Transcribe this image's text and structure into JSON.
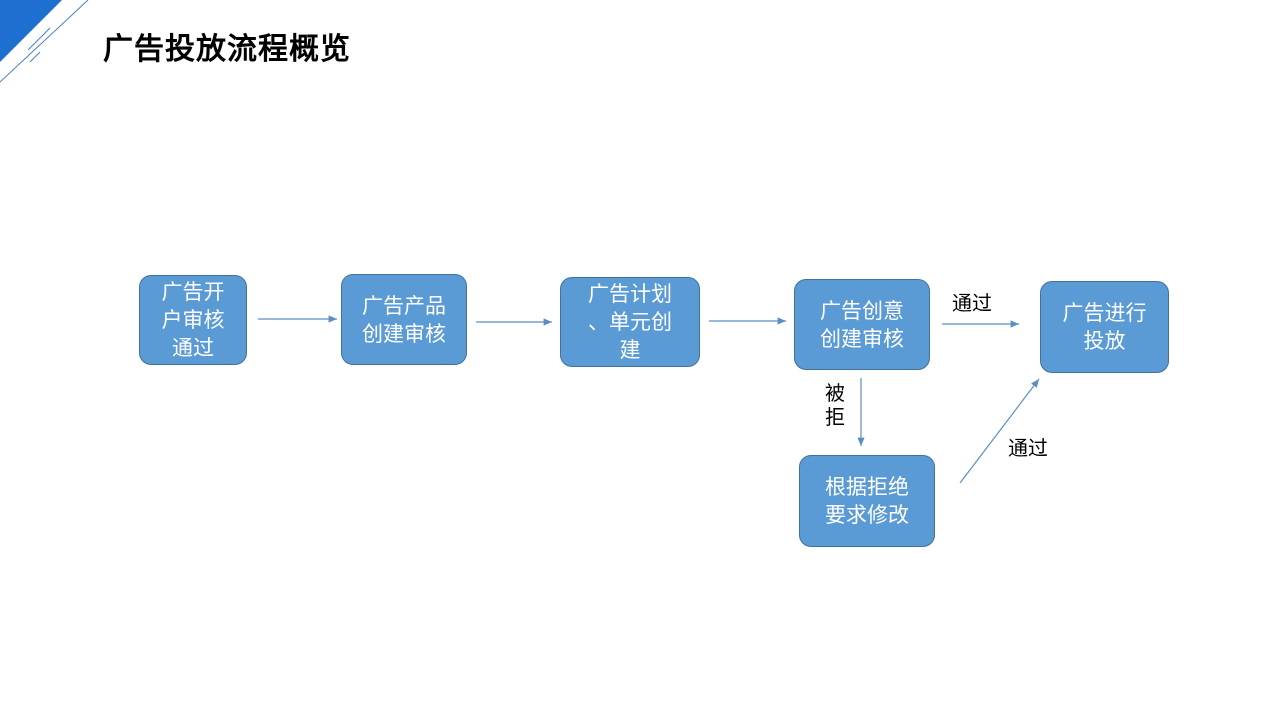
{
  "slide": {
    "title": "广告投放流程概览",
    "accent_color": "#1f6fd1",
    "box_color": "#5b9bd5",
    "arrow_color": "#5b8fc4"
  },
  "nodes": [
    {
      "id": "account-review",
      "lines": [
        "广告开",
        "户审核",
        "通过"
      ]
    },
    {
      "id": "product-review",
      "lines": [
        "广告产品",
        "创建审核"
      ]
    },
    {
      "id": "plan-unit-create",
      "lines": [
        "广告计划",
        "、单元创",
        "建"
      ]
    },
    {
      "id": "creative-review",
      "lines": [
        "广告创意",
        "创建审核"
      ]
    },
    {
      "id": "ad-delivery",
      "lines": [
        "广告进行",
        "投放"
      ]
    },
    {
      "id": "revise",
      "lines": [
        "根据拒绝",
        "要求修改"
      ]
    }
  ],
  "edge_labels": {
    "creative_to_delivery": "通过",
    "rejected_line1": "被",
    "rejected_line2": "拒",
    "revise_to_delivery": "通过"
  }
}
